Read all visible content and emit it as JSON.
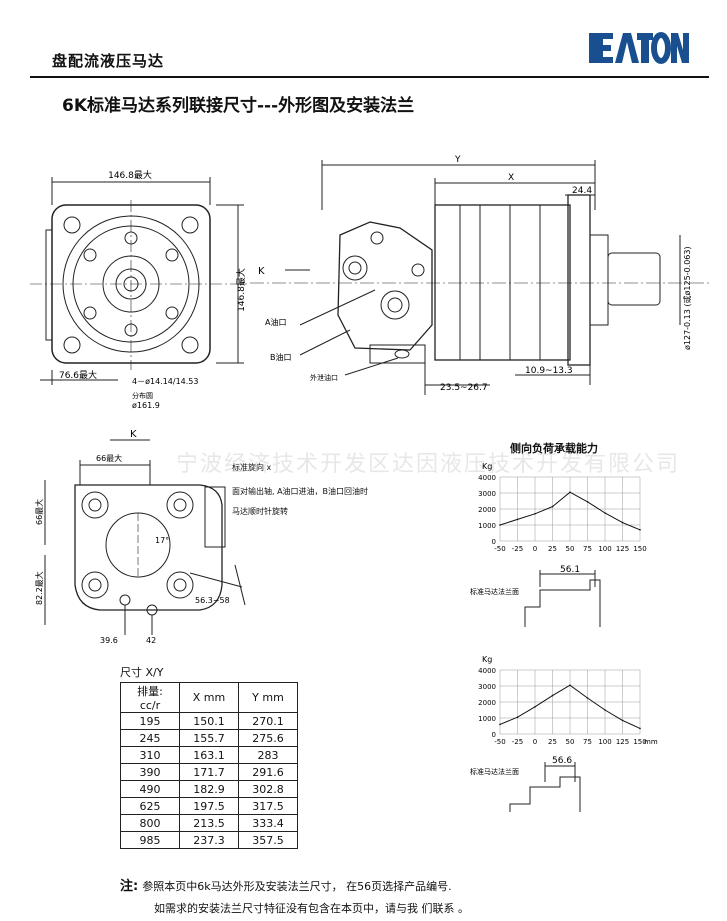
{
  "header": {
    "left_title": "盘配流液压马达",
    "brand": "EATON"
  },
  "page_title": "6K标准马达系列联接尺寸---外形图及安装法兰",
  "front_view": {
    "width_label": "146.8最大",
    "height_label": "146.8最大",
    "offset_label": "76.6最大",
    "holes_label": "4－ø14.14/14.53",
    "pcd_label_1": "分布圆",
    "pcd_label_2": "ø161.9"
  },
  "side_view": {
    "y_label": "Y",
    "x_label": "X",
    "dim_24_4": "24.4",
    "k_label": "K",
    "a_port": "A油口",
    "b_port": "B油口",
    "drain_port": "外泄油口",
    "dim_23_5": "23.5~26.7",
    "dim_10_9": "10.9~13.3",
    "pilot_dia": "ø127-0.13 (或ø125-0.063)"
  },
  "port_view": {
    "k_label": "K",
    "dim_66_top": "66最大",
    "dim_66_side": "66最大",
    "dim_82_2": "82.2最大",
    "angle": "17°",
    "dim_56_3": "56.3~58",
    "dim_39_6": "39.6",
    "dim_42": "42",
    "note_1": "标准旋向 x",
    "note_2": "面对输出轴, A油口进油，B油口回油时",
    "note_3": "马达顺时针旋转"
  },
  "watermark": "宁波经济技术开发区达因液压技术开发有限公司",
  "table": {
    "caption": "尺寸 X/Y",
    "headers": [
      "排量: cc/r",
      "X mm",
      "Y mm"
    ],
    "rows": [
      [
        "195",
        "150.1",
        "270.1"
      ],
      [
        "245",
        "155.7",
        "275.6"
      ],
      [
        "310",
        "163.1",
        "283"
      ],
      [
        "390",
        "171.7",
        "291.6"
      ],
      [
        "490",
        "182.9",
        "302.8"
      ],
      [
        "625",
        "197.5",
        "317.5"
      ],
      [
        "800",
        "213.5",
        "333.4"
      ],
      [
        "985",
        "237.3",
        "357.5"
      ]
    ]
  },
  "chart_top_title": "侧向负荷承载能力",
  "chart_top_dim": "56.1",
  "chart_top_mount_label": "标准马达法兰面",
  "chart_bottom_dim": "56.6",
  "chart_bottom_mount_label": "标准马达法兰面",
  "chart_data": [
    {
      "type": "line",
      "title": "侧向负荷承载能力",
      "ylabel": "Kg",
      "xlabel": "",
      "x": [
        -50,
        -25,
        0,
        25,
        50,
        75,
        100,
        125,
        150
      ],
      "xticks": [
        "-50",
        "-25",
        "0",
        "25",
        "50",
        "75",
        "100",
        "125",
        "150"
      ],
      "yticks": [
        "0",
        "1000",
        "2000",
        "3000",
        "4000"
      ],
      "ylim": [
        0,
        4000
      ],
      "xlim": [
        -50,
        150
      ],
      "series": [
        {
          "values": [
            1000,
            1350,
            1700,
            2150,
            3050,
            2450,
            1750,
            1150,
            700
          ]
        }
      ],
      "grid": true
    },
    {
      "type": "line",
      "title": "",
      "ylabel": "Kg",
      "xlabel": "mm",
      "x": [
        -50,
        -25,
        0,
        25,
        50,
        75,
        100,
        125,
        150
      ],
      "xticks": [
        "-50",
        "-25",
        "0",
        "25",
        "50",
        "75",
        "100",
        "125",
        "150"
      ],
      "yticks": [
        "0",
        "1000",
        "2000",
        "3000",
        "4000"
      ],
      "ylim": [
        0,
        4000
      ],
      "xlim": [
        -50,
        150
      ],
      "series": [
        {
          "values": [
            600,
            1050,
            1700,
            2400,
            3050,
            2250,
            1500,
            850,
            350
          ]
        }
      ],
      "grid": true
    }
  ],
  "notes": {
    "label": "注:",
    "line_1": "参照本页中6k马达外形及安装法兰尺寸， 在56页选择产品编号.",
    "line_2": "如需求的安装法兰尺寸特征没有包含在本页中，请与我 们联系 。"
  }
}
